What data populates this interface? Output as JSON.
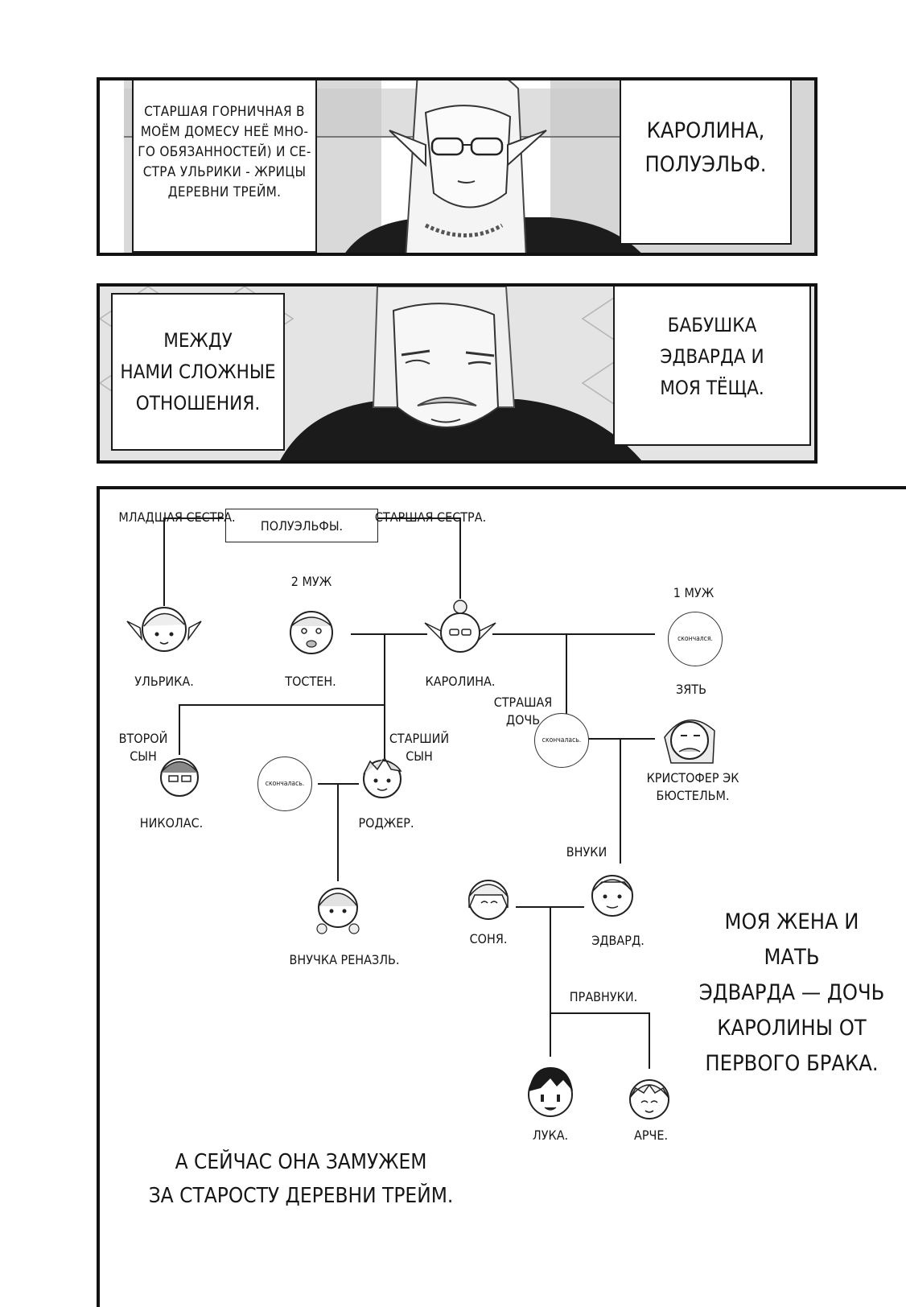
{
  "panel_1": {
    "left_caption": "Старшая горничная в\nмоём домесу неё мно-\nго обязанностей) и се-\nстра Ульрики - жрицы\nдеревни Трейм.",
    "right_caption": "Каролина,\nполуэльф."
  },
  "panel_2": {
    "left_caption": "Между\nнами сложные\nотношения.",
    "right_caption": "Бабушка\nЭдварда и\nмоя тёща."
  },
  "family_tree": {
    "group_label": "Полуэльфы.",
    "younger_sister": "Младшая сестра.",
    "older_sister": "Старшая сестра.",
    "second_husband": "2 муж",
    "first_husband": "1 муж",
    "son_in_law": "Зять",
    "eldest_daughter": "Страшая\nдочь",
    "second_son": "Второй\nсын",
    "eldest_son": "Старший\nсын",
    "grandchildren": "Внуки",
    "great_grandchildren": "Правнуки.",
    "deceased_m": "скончался.",
    "deceased_f": "скончалась.",
    "names": {
      "ulrika": "Ульрика.",
      "tosten": "Тостен.",
      "karolina": "Каролина.",
      "nikolas": "Николас.",
      "rodger": "Роджер.",
      "kristofer": "Кристофер Эк\nБюстельм.",
      "granddaughter": "Внучка Реназль.",
      "sonya": "Соня.",
      "edvard": "Эдвард.",
      "luka": "Лука.",
      "arche": "Арче."
    }
  },
  "notes": {
    "right": "Моя жена и мать\nЭдварда — дочь\nКаролины от\nпервого брака.",
    "bottom": "А сейчас она замужем\nза старосту деревни Трейм."
  }
}
